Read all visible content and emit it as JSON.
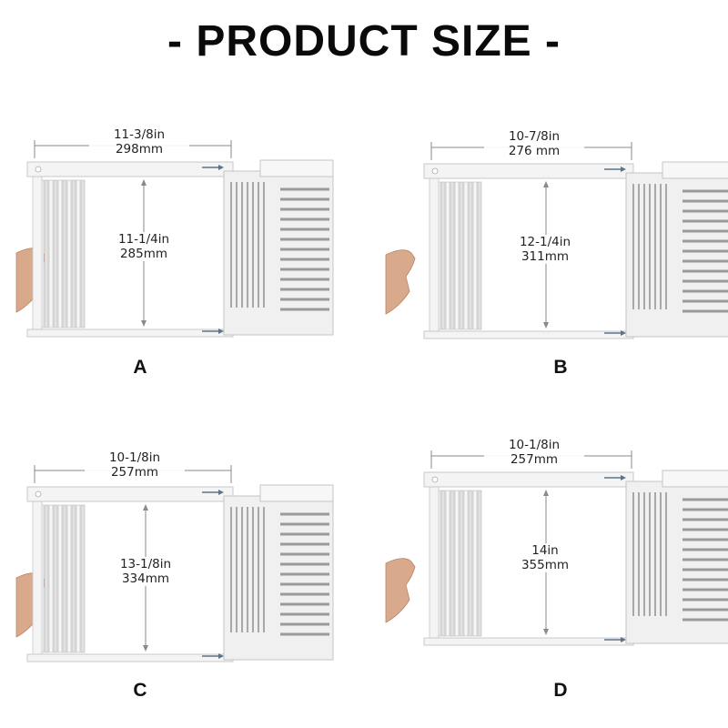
{
  "title": "- PRODUCT SIZE -",
  "panels": [
    {
      "letter": "A",
      "width_in": "11-3/8in",
      "width_mm": "298mm",
      "height_in": "11-1/4in",
      "height_mm": "285mm"
    },
    {
      "letter": "B",
      "width_in": "10-7/8in",
      "width_mm": "276 mm",
      "height_in": "12-1/4in",
      "height_mm": "311mm"
    },
    {
      "letter": "C",
      "width_in": "10-1/8in",
      "width_mm": "257mm",
      "height_in": "13-1/8in",
      "height_mm": "334mm"
    },
    {
      "letter": "D",
      "width_in": "10-1/8in",
      "width_mm": "257mm",
      "height_in": "14in",
      "height_mm": "355mm"
    }
  ],
  "colors": {
    "frame": "#f4f4f4",
    "frame_edge": "#c9c9c9",
    "dimension_line": "#8a8a8a",
    "arrow": "#5f7386",
    "skin": "#d9a98c"
  }
}
